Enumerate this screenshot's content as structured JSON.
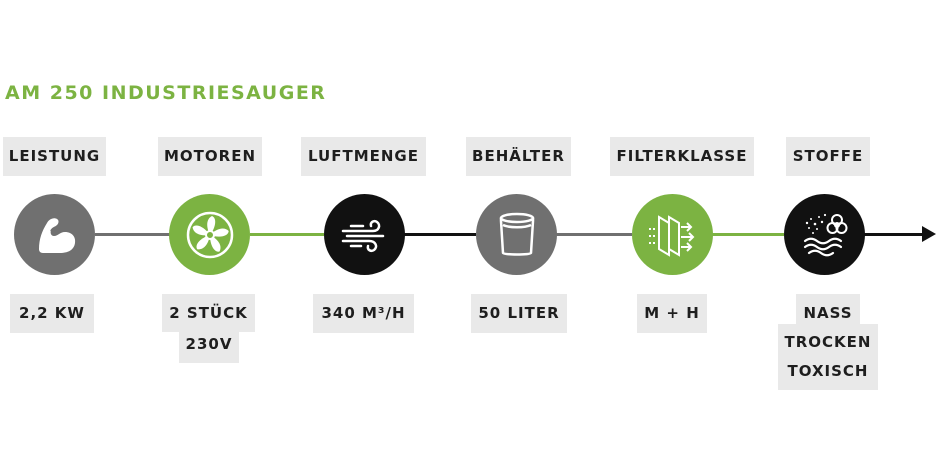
{
  "title": "AM 250 INDUSTRIESAUGER",
  "colors": {
    "accent": "#7cb342",
    "gray": "#707070",
    "black": "#111111",
    "box": "#e9e9e9"
  },
  "specs": [
    {
      "label": "LEISTUNG",
      "icon": "muscle-arm-icon",
      "values": [
        "2,2 KW"
      ]
    },
    {
      "label": "MOTOREN",
      "icon": "fan-icon",
      "values": [
        "2 STÜCK",
        "230V"
      ]
    },
    {
      "label": "LUFTMENGE",
      "icon": "wind-icon",
      "values": [
        "340 M³/H"
      ]
    },
    {
      "label": "BEHÄLTER",
      "icon": "container-icon",
      "values": [
        "50 LITER"
      ]
    },
    {
      "label": "FILTERKLASSE",
      "icon": "filter-icon",
      "values": [
        "M + H"
      ]
    },
    {
      "label": "STOFFE",
      "icon": "biohazard-dust-icon",
      "values": [
        "NASS",
        "TROCKEN",
        "TOXISCH"
      ]
    }
  ]
}
